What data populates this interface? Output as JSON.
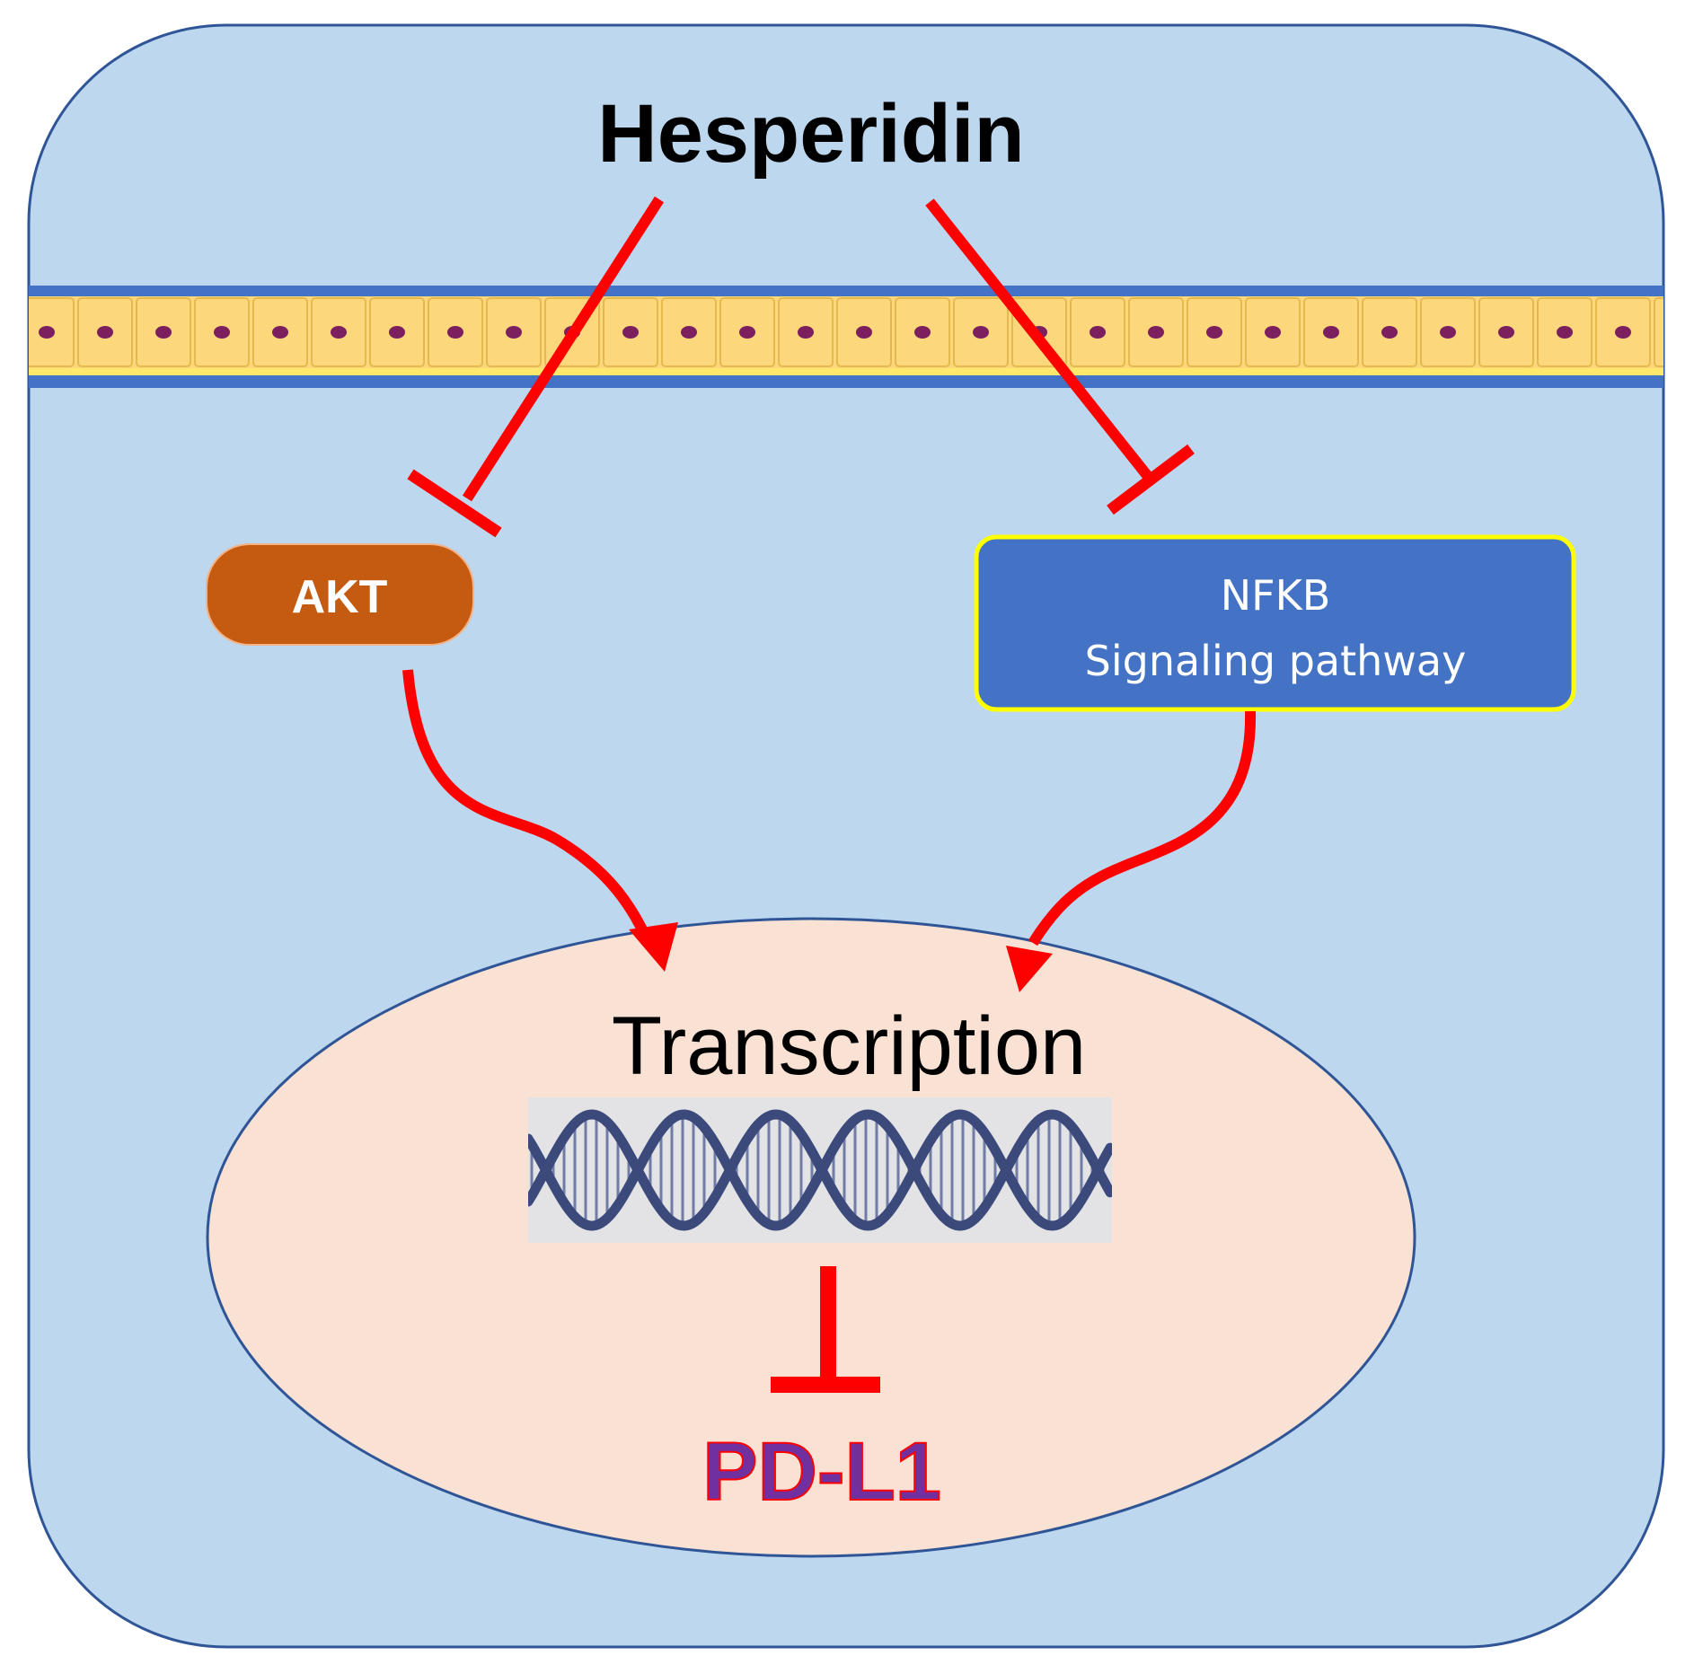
{
  "drug_label": "Hesperidin",
  "akt_label": "AKT",
  "nfkb_label_line1": "NFKB",
  "nfkb_label_line2": "Signaling pathway",
  "transcription_label": "Transcription",
  "target_label": "PD-L1",
  "colors": {
    "cell_fill": "#bdd7ee",
    "cell_border": "#2f5597",
    "membrane_yellow": "#fdd77c",
    "membrane_dot": "#7b1f5f",
    "arrow_red": "#ff0000",
    "akt_fill": "#c55a11",
    "nfkb_fill": "#4472c4",
    "nfkb_border": "#ffff00",
    "nucleus_fill": "#f9e2d4",
    "target_text": "#7030a0",
    "target_outline": "#ff0000",
    "dna_strand": "#3b4a7a",
    "dna_bg": "#e3e3e6"
  },
  "icons": [
    "inhibition-arrow",
    "activation-arrow",
    "dna-helix-icon",
    "cell-membrane"
  ]
}
